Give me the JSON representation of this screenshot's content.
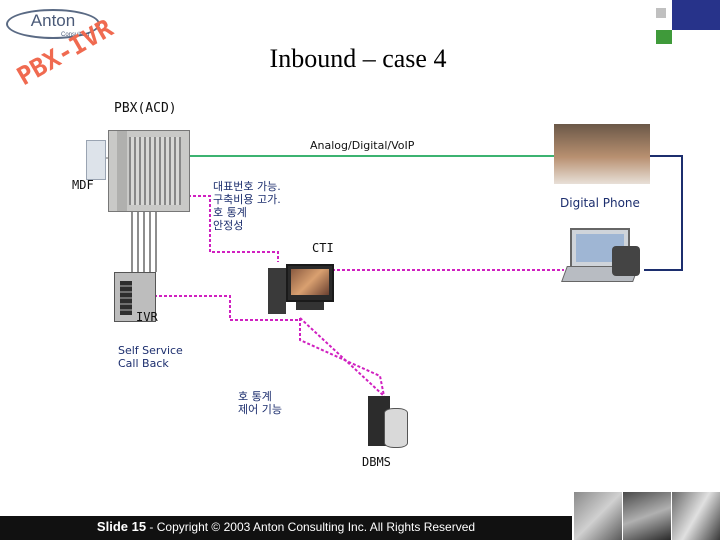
{
  "slide": {
    "title": "Inbound – case 4",
    "badge": "PBX-IVR",
    "logo": {
      "name": "Anton",
      "sub": "Consulting"
    },
    "footer": {
      "slide_label": "Slide 15",
      "copyright": " - Copyright © 2003 Anton Consulting Inc.  All Rights Reserved"
    }
  },
  "diagram": {
    "pbx_label": "PBX(ACD)",
    "mdf_label": "MDF",
    "line_label_analog": "Analog/",
    "line_label_digital": "Digital",
    "line_label_voip": "/VoIP",
    "pbx_notes": [
      "대표번호 가능.",
      "구축비용 고가.",
      "호 통계",
      "안정성"
    ],
    "digital_phone_label": "Digital Phone",
    "cti_label": "CTI",
    "ivr_label": "IVR",
    "ivr_notes": [
      "Self Service",
      "Call Back"
    ],
    "cti_notes": [
      "호 통계",
      "제어 기능"
    ],
    "dbms_label": "DBMS"
  },
  "colors": {
    "badge": "#f06a50",
    "analog_line": "#3cb371",
    "data_link": "#d020c0",
    "phone_link": "#1c2e6e",
    "notes_blue": "#1c2e6e",
    "corner_blue": "#27338a",
    "corner_green": "#3f9a3a"
  }
}
